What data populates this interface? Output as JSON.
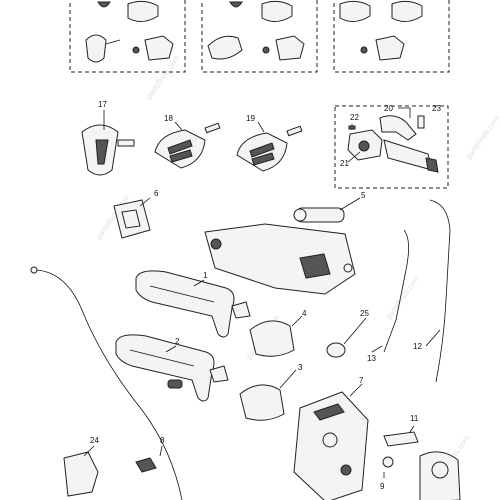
{
  "callouts": {
    "c1": "1",
    "c2": "2",
    "c3": "3",
    "c4": "4",
    "c5": "5",
    "c6": "6",
    "c7": "7",
    "c8": "8",
    "c9": "9",
    "c11": "11",
    "c12": "12",
    "c13": "13",
    "c17": "17",
    "c18": "18",
    "c19": "19",
    "c20": "20",
    "c21": "21",
    "c22": "22",
    "c23": "23",
    "c24": "24",
    "c25": "25"
  },
  "watermark": "partsfinds.com"
}
